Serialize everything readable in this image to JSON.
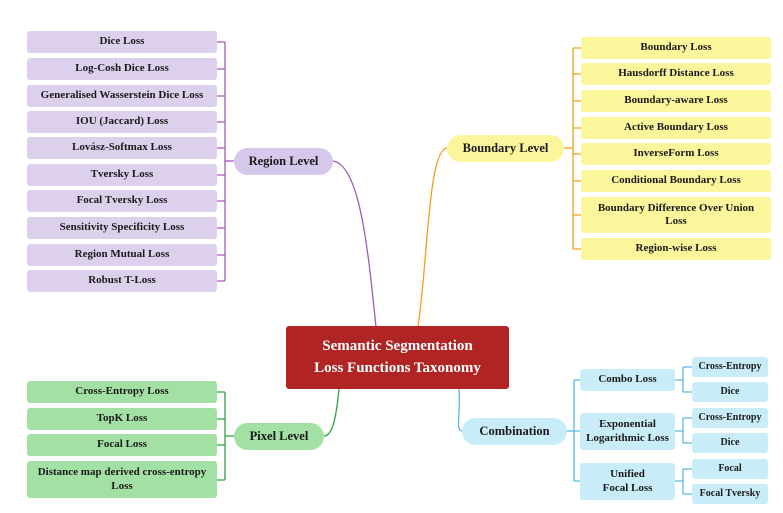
{
  "root": {
    "line1": "Semantic Segmentation",
    "line2": "Loss Functions Taxonomy"
  },
  "region": {
    "label": "Region Level",
    "items": [
      "Dice Loss",
      "Log-Cosh Dice Loss",
      "Generalised Wasserstein Dice Loss",
      "IOU (Jaccard) Loss",
      "Lovász-Softmax Loss",
      "Tversky Loss",
      "Focal Tversky Loss",
      "Sensitivity Specificity Loss",
      "Region Mutual Loss",
      "Robust T-Loss"
    ]
  },
  "boundary": {
    "label": "Boundary Level",
    "items": [
      "Boundary Loss",
      "Hausdorff Distance Loss",
      "Boundary-aware Loss",
      "Active Boundary Loss",
      "InverseForm Loss",
      "Conditional Boundary Loss",
      "Boundary Difference Over Union Loss",
      "Region-wise Loss"
    ]
  },
  "pixel": {
    "label": "Pixel Level",
    "items": [
      "Cross-Entropy Loss",
      "TopK Loss",
      "Focal Loss",
      "Distance map derived cross-entropy Loss"
    ]
  },
  "combination": {
    "label": "Combination",
    "groups": [
      {
        "label": "Combo Loss",
        "items": [
          "Cross-Entropy",
          "Dice"
        ]
      },
      {
        "label": "Exponential Logarithmic Loss",
        "items": [
          "Cross-Entropy",
          "Dice"
        ]
      },
      {
        "label": "Unified Focal Loss",
        "items": [
          "Focal",
          "Focal Tversky"
        ]
      }
    ]
  },
  "colors": {
    "region": "#a359b8",
    "boundary": "#f2a01e",
    "pixel": "#2ea53e",
    "combination": "#5ab8e4",
    "region_branch": "#d6c8ea",
    "boundary_branch": "#fbf59c",
    "pixel_branch": "#a3e0a3",
    "combination_branch": "#c9edf8",
    "root": "#b02424"
  }
}
